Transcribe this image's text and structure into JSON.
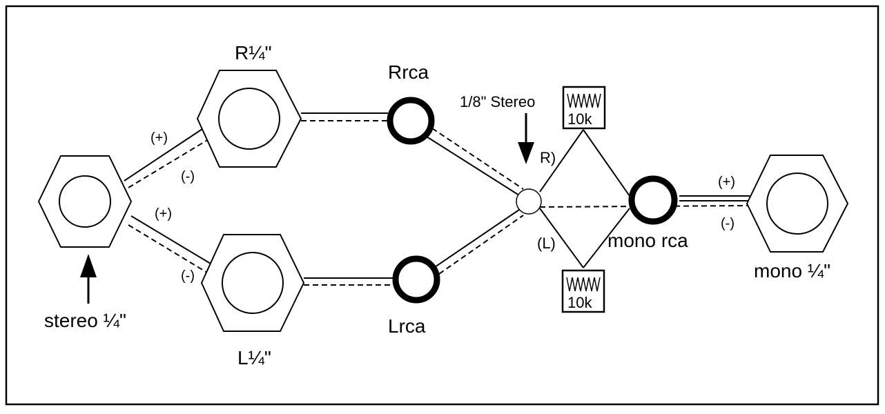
{
  "labels": {
    "r_quarter": "R¼\"",
    "l_quarter": "L¼\"",
    "stereo_quarter": "stereo ¼\"",
    "rrca": "Rrca",
    "lrca": "Lrca",
    "eighth_stereo": "1/8\" Stereo",
    "r_tag": "R)",
    "l_tag": "(L)",
    "mono_rca": "mono rca",
    "mono_quarter": "mono ¼\"",
    "plus": "(+)",
    "minus": "(-)",
    "resistor_top_value": "10k",
    "resistor_bottom_value": "10k"
  }
}
